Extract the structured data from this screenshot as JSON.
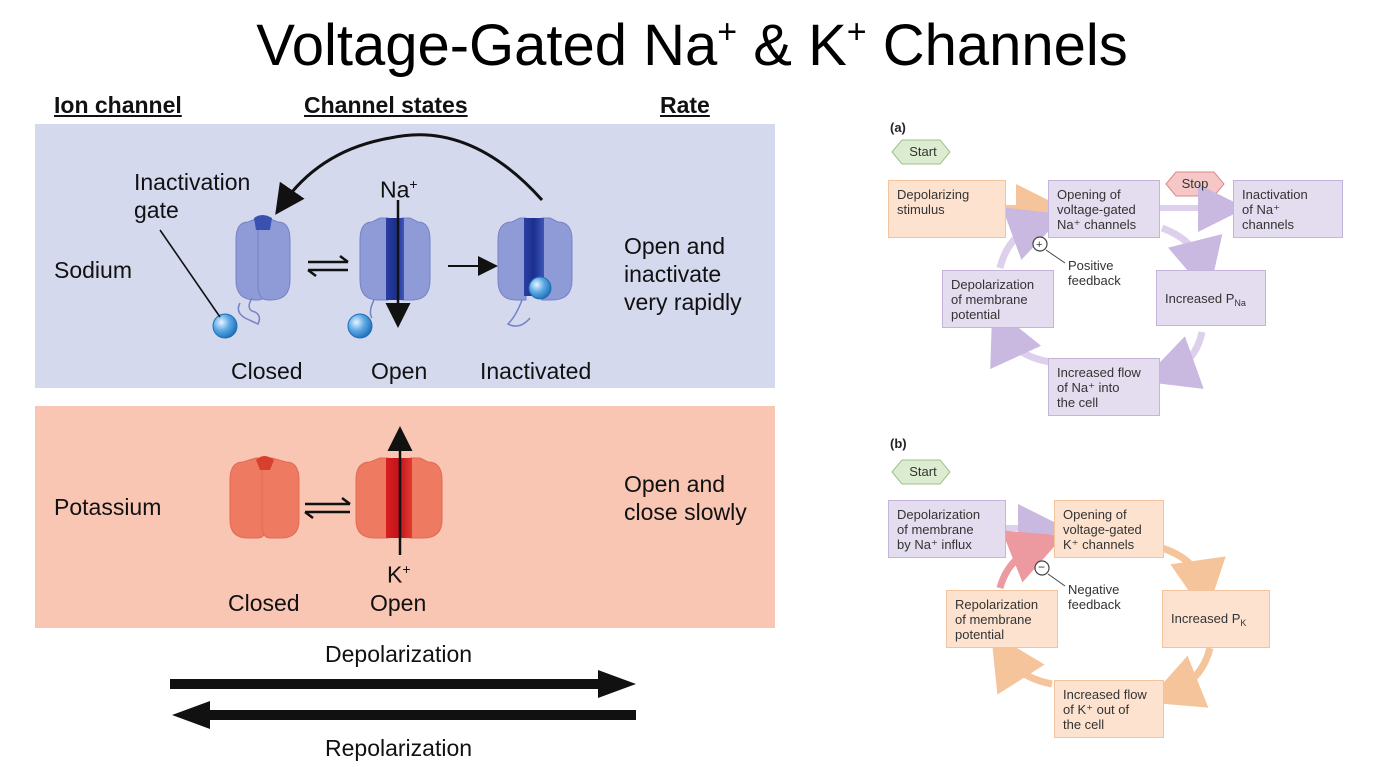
{
  "title": {
    "main": "Voltage-Gated Na",
    "sup1": "+",
    "mid": " & K",
    "sup2": "+",
    "end": " Channels"
  },
  "headers": {
    "ion_channel": "Ion channel",
    "channel_states": "Channel states",
    "rate": "Rate"
  },
  "sodium": {
    "name": "Sodium",
    "inactivation_gate": "Inactivation\ngate",
    "ion_label": "Na",
    "ion_sup": "+",
    "states": [
      "Closed",
      "Open",
      "Inactivated"
    ],
    "rate": "Open and\ninactivate\nvery rapidly",
    "panel_color": "#d5d9ee",
    "channel_color": "#8f9bd6"
  },
  "potassium": {
    "name": "Potassium",
    "ion_label": "K",
    "ion_sup": "+",
    "states": [
      "Closed",
      "Open"
    ],
    "rate": "Open and\nclose slowly",
    "panel_color": "#f9c6b4",
    "channel_color": "#ef7a62"
  },
  "arrows": {
    "depolarization": "Depolarization",
    "repolarization": "Repolarization"
  },
  "flow_a": {
    "tag": "(a)",
    "start": "Start",
    "stop": "Stop",
    "depolarizing_stimulus": "Depolarizing\nstimulus",
    "opening": "Opening of\nvoltage-gated\nNa⁺ channels",
    "inactivation": "Inactivation\nof Na⁺ channels",
    "increased_p_base": "Increased P",
    "increased_p_sub": "Na",
    "increased_flow": "Increased flow\nof Na⁺ into\nthe cell",
    "depolarization_membrane": "Depolarization\nof membrane\npotential",
    "feedback_sign": "+",
    "feedback": "Positive\nfeedback"
  },
  "flow_b": {
    "tag": "(b)",
    "start": "Start",
    "depolarization_influx": "Depolarization\nof membrane\nby Na⁺ influx",
    "opening": "Opening of\nvoltage-gated\nK⁺ channels",
    "increased_p_base": "Increased P",
    "increased_p_sub": "K",
    "increased_flow": "Increased flow\nof K⁺ out of\nthe cell",
    "repolarization": "Repolarization\nof membrane\npotential",
    "feedback_sign": "−",
    "feedback": "Negative\nfeedback"
  }
}
